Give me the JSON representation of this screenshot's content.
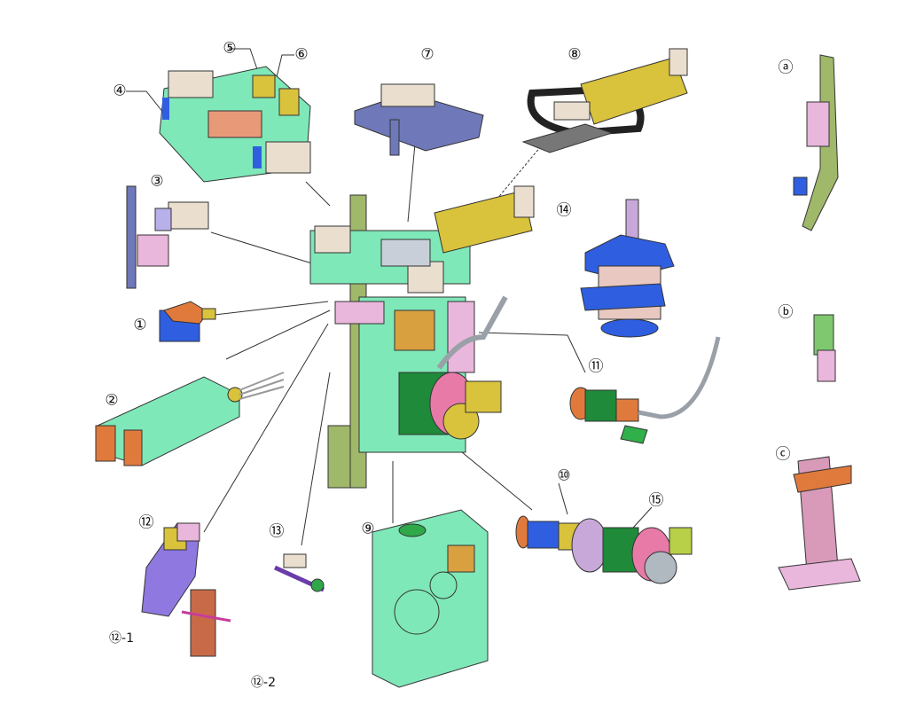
{
  "labels": {
    "p1": "①",
    "p2": "②",
    "p3": "③",
    "p4": "④",
    "p5": "⑤",
    "p6": "⑥",
    "p7": "⑦",
    "p8": "⑧",
    "p9": "⑨",
    "p10": "⑩",
    "p11": "⑪",
    "p12": "⑫",
    "p13": "⑬",
    "p14": "⑭",
    "p15": "⑮",
    "pa": "ⓐ",
    "pb": "ⓑ",
    "pc": "ⓒ",
    "p12_1": "⑫-1",
    "p12_2": "⑫-2"
  },
  "colors": {
    "mint": "#7fe8b8",
    "yellow": "#d9c23c",
    "blue": "#2f5fe0",
    "pink": "#e9b6dc",
    "orange": "#e07a3c",
    "olive": "#9fb86a",
    "gray": "#9aa0a8",
    "dark": "#333333"
  }
}
